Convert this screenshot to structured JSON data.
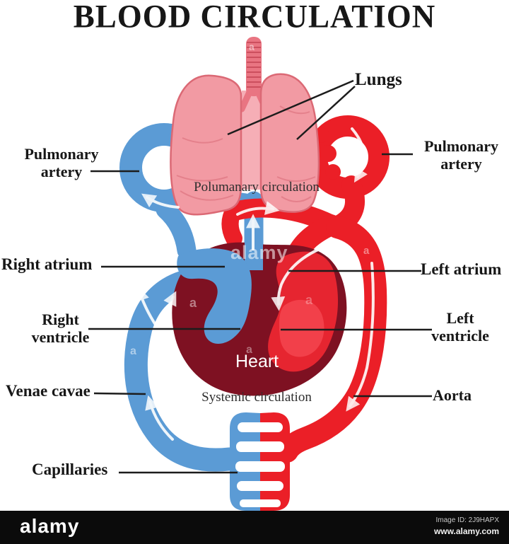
{
  "title": "BLOOD CIRCULATION",
  "diagram": {
    "labels": {
      "lungs": "Lungs",
      "pulmonary_artery_left": "Pulmonary artery",
      "pulmonary_artery_right": "Pulmonary artery",
      "pulmonary_circulation": "Polumanary circulation",
      "right_atrium": "Right atrium",
      "left_atrium": "Left atrium",
      "right_ventricle": "Right ventricle",
      "left_ventricle": "Left ventricle",
      "heart": "Heart",
      "systemic_circulation": "Systemic circulation",
      "venae_cavae": "Venae cavae",
      "aorta": "Aorta",
      "capillaries": "Capillaries"
    },
    "colors": {
      "vein_blue": "#5B9BD5",
      "artery_red": "#EB1F27",
      "heart_body": "#7E1122",
      "heart_red_chamber": "#E62530",
      "heart_red_inner": "#F2404A",
      "lung_pink": "#F29AA3",
      "lung_gap_pink": "#F6AEB6",
      "lung_outline": "#DB6975",
      "lung_detail": "#E4808B",
      "trachea_pink": "#E97582",
      "trachea_stripe": "#CC4F5E",
      "leader_black": "#1c1c1c"
    }
  },
  "watermark": {
    "text": "alamy",
    "letter": "a"
  },
  "footer": {
    "logo": "alamy",
    "image_id": "Image ID: 2J9HAPX",
    "url": "www.alamy.com"
  }
}
